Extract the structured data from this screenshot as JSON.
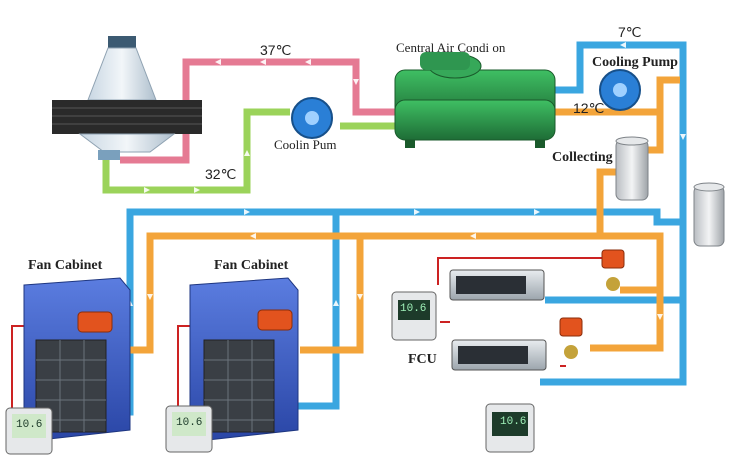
{
  "labels": {
    "central_ac": "Central Air Condi on",
    "cooling_pump_left": "Coolin  Pum",
    "cooling_pump_right": "Cooling Pump",
    "collecting": "Collecting",
    "fan_cabinet_left": "Fan Cabinet",
    "fan_cabinet_right": "Fan Cabinet",
    "fcu": "FCU"
  },
  "temperatures": {
    "t37": "37℃",
    "t32": "32℃",
    "t7": "7℃",
    "t12": "12℃"
  },
  "thermostat": {
    "display": "10.6"
  },
  "colors": {
    "hot_pipe": "#e57a93",
    "warm_pipe": "#9bd35a",
    "cold_pipe": "#3aa6e0",
    "return_pipe": "#f3a43a",
    "chiller": "#2d9a4f",
    "cabinet_blue": "#3f62c9",
    "valve_orange": "#e2531e"
  }
}
